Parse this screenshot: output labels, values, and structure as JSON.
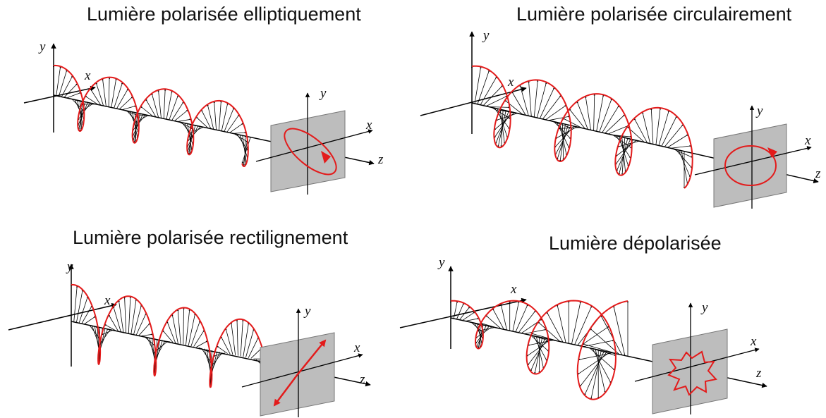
{
  "panels": [
    {
      "id": "elliptical",
      "title": "Lumière polarisée elliptiquement",
      "axes": {
        "x": "x",
        "y": "y",
        "z": "z"
      }
    },
    {
      "id": "circular",
      "title": "Lumière polarisée circulairement",
      "axes": {
        "x": "x",
        "y": "y",
        "z": "z"
      }
    },
    {
      "id": "linear",
      "title": "Lumière polarisée rectilignement",
      "axes": {
        "x": "x",
        "y": "y",
        "z": "z"
      }
    },
    {
      "id": "depolarized",
      "title": "Lumière dépolarisée",
      "axes": {
        "x": "x",
        "y": "y",
        "z": "z"
      }
    }
  ],
  "colors": {
    "curve": "#e31b1b",
    "vector": "#000000",
    "screen": "#bdbdbd",
    "axis": "#000000"
  }
}
